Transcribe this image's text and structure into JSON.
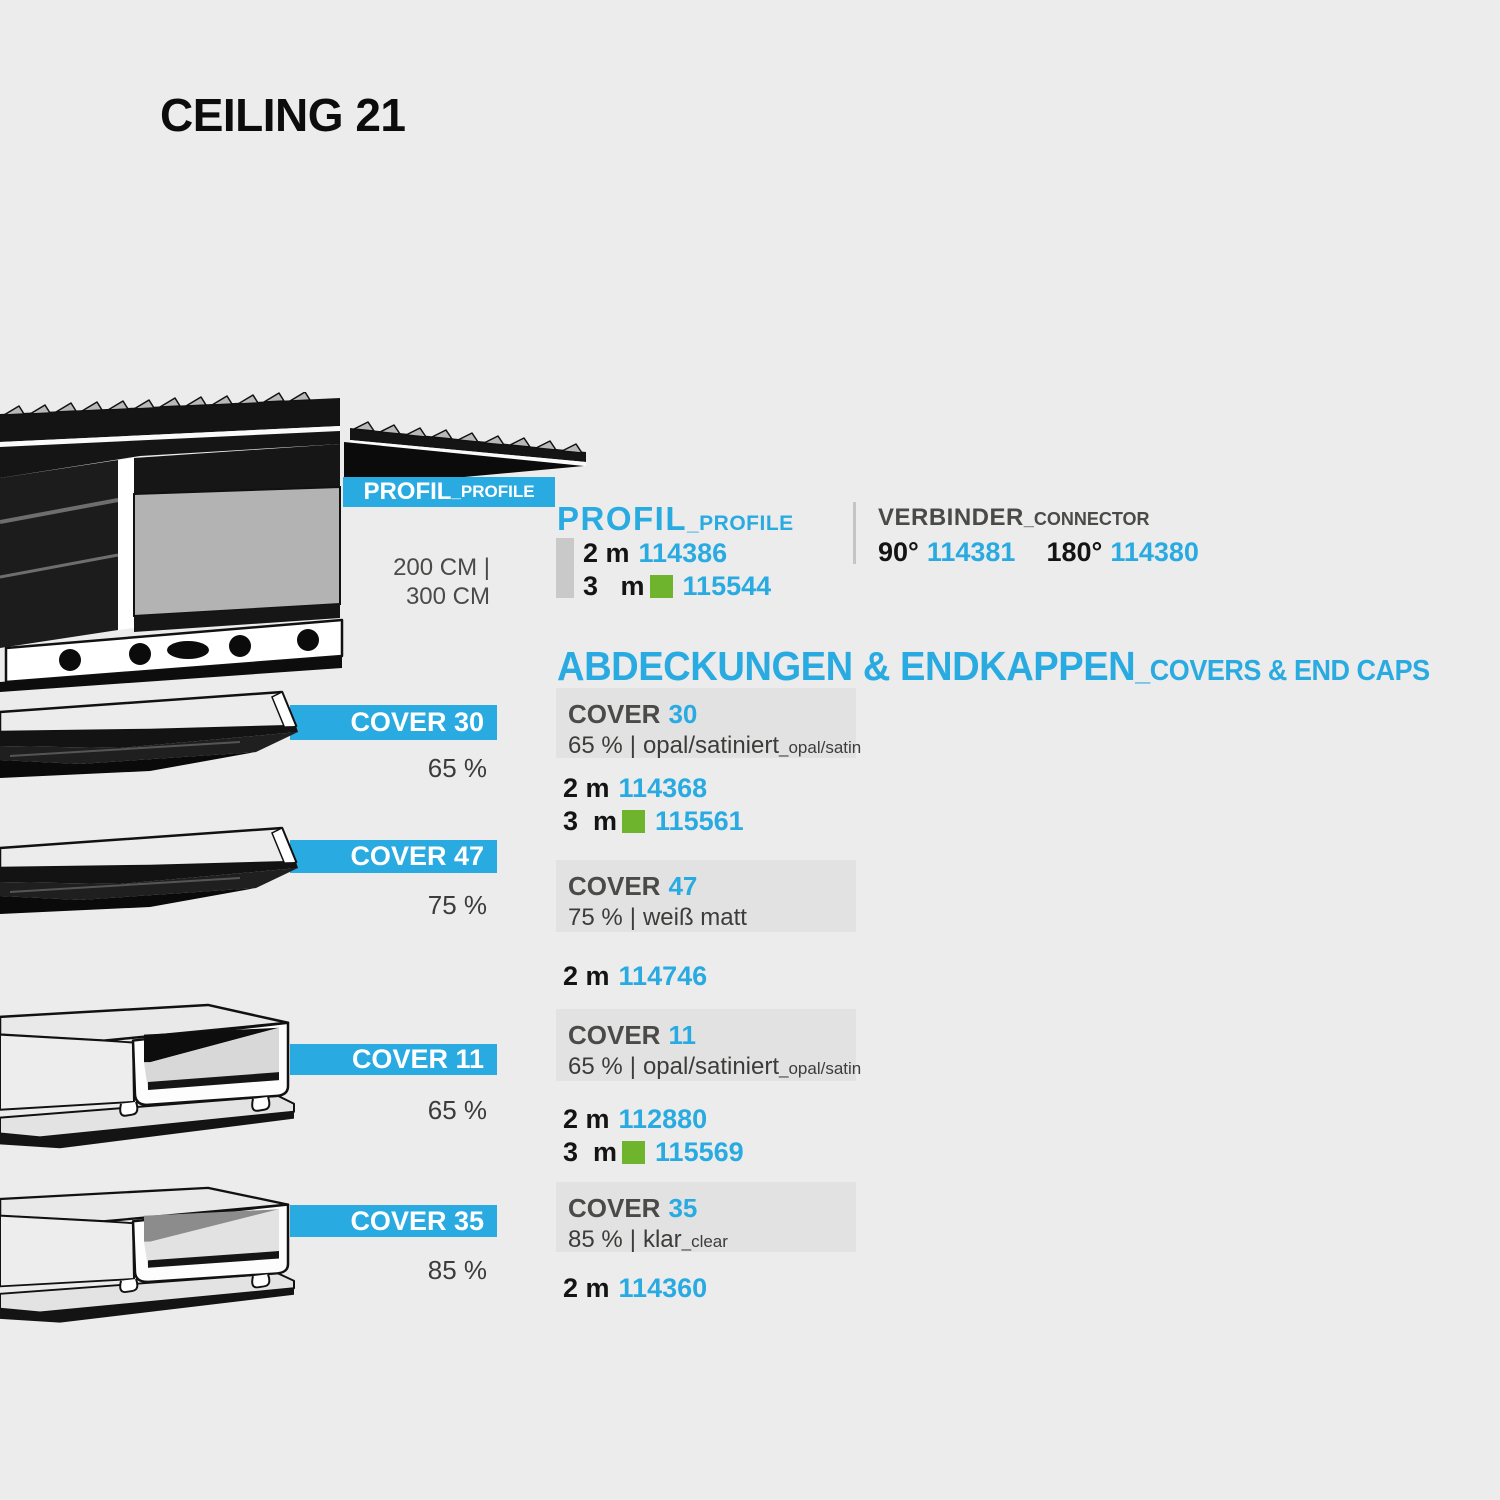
{
  "title": "CEILING 21",
  "colors": {
    "blue": "#29abe2",
    "green": "#6eb52d",
    "dark": "#3c3c3b",
    "mid": "#4a4a49",
    "box": "#e2e2e2",
    "bg": "#ececec",
    "swatch": "#c9c9c9",
    "divider": "#c5c5c5"
  },
  "profile": {
    "banner_main": "PROFIL",
    "banner_sub": "_PROFILE",
    "length_line1": "200 CM |",
    "length_line2": "300 CM",
    "heading_main": "PROFIL",
    "heading_sub": "_PROFILE",
    "items": [
      {
        "length": "2 m",
        "sku": "114386"
      },
      {
        "length": "3   m",
        "sku": "115544",
        "new": true
      }
    ]
  },
  "connector": {
    "heading_main": "VERBINDER",
    "heading_sub": "_CONNECTOR",
    "items": [
      {
        "angle": "90°",
        "sku": "114381"
      },
      {
        "angle": "180°",
        "sku": "114380"
      }
    ]
  },
  "covers_heading": {
    "main": "ABDECKUNGEN & ENDKAPPEN",
    "sub": "_COVERS & END CAPS"
  },
  "covers": [
    {
      "label": "COVER",
      "number": "30",
      "banner": "COVER 30",
      "percent": "65 %",
      "spec_percent": "65 %",
      "sep": "|",
      "finish": "opal/satiniert",
      "finish_sub": "_opal/satin",
      "rows": [
        {
          "length": "2 m",
          "sku": "114368"
        },
        {
          "length": "3  m",
          "sku": "115561",
          "new": true
        }
      ]
    },
    {
      "label": "COVER",
      "number": "47",
      "banner": "COVER 47",
      "percent": "75 %",
      "spec_percent": "75 %",
      "sep": "|",
      "finish": "weiß matt",
      "finish_sub": "",
      "rows": [
        {
          "length": "2 m",
          "sku": "114746"
        }
      ]
    },
    {
      "label": "COVER",
      "number": "11",
      "banner": "COVER 11",
      "percent": "65 %",
      "spec_percent": "65 %",
      "sep": "|",
      "finish": "opal/satiniert",
      "finish_sub": "_opal/satin",
      "rows": [
        {
          "length": "2 m",
          "sku": "112880"
        },
        {
          "length": "3  m",
          "sku": "115569",
          "new": true
        }
      ]
    },
    {
      "label": "COVER",
      "number": "35",
      "banner": "COVER 35",
      "percent": "85 %",
      "spec_percent": "85 %",
      "sep": "|",
      "finish": "klar",
      "finish_sub": "_clear",
      "rows": [
        {
          "length": "2 m",
          "sku": "114360"
        }
      ]
    }
  ]
}
